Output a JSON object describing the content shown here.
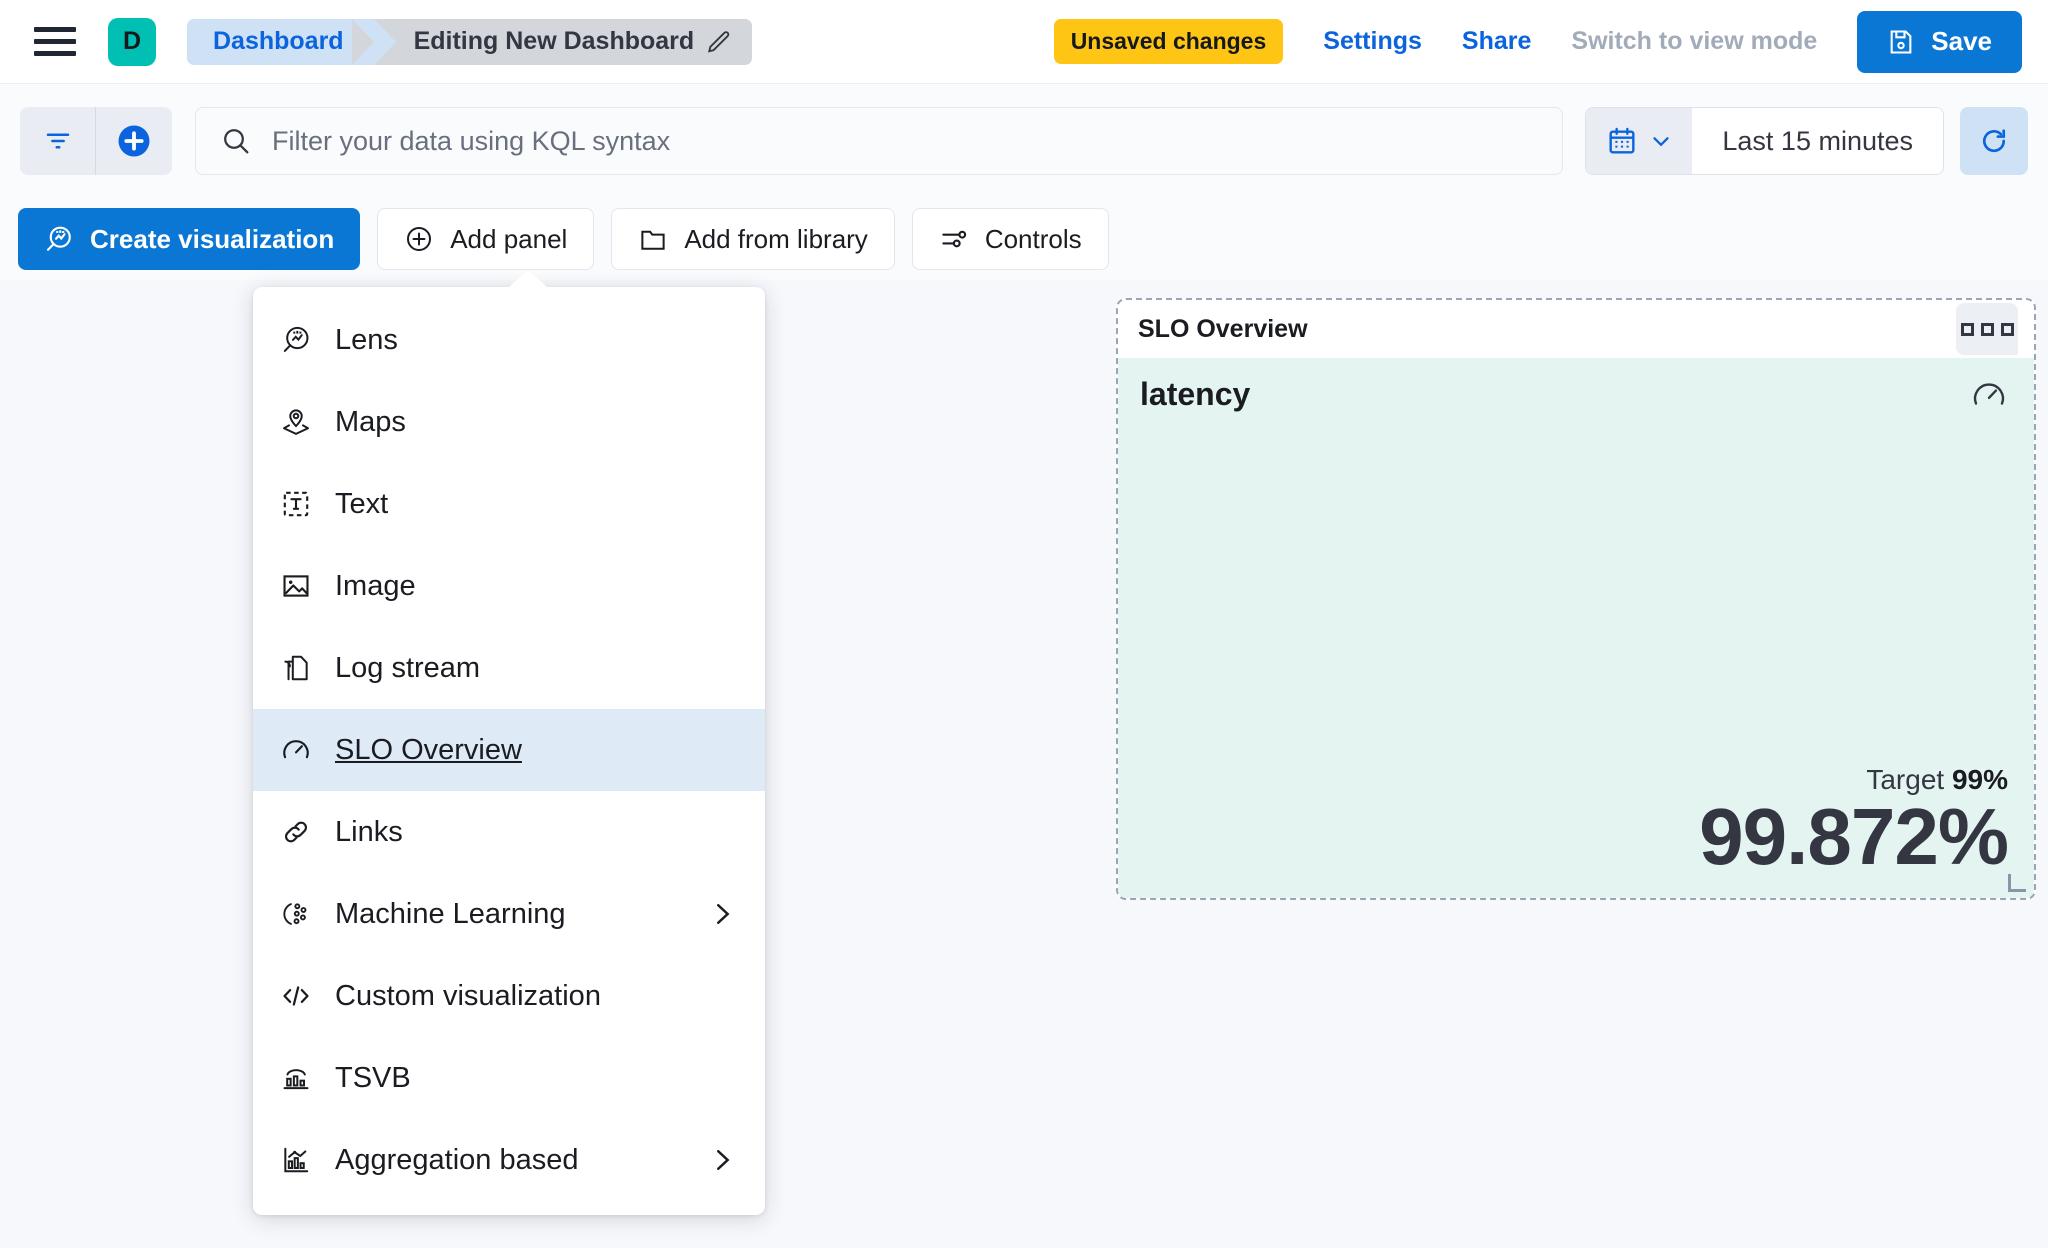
{
  "header": {
    "menu_icon": "hamburger-icon",
    "avatar_letter": "D",
    "avatar_color": "#00bfb3",
    "breadcrumb": {
      "root": "Dashboard",
      "current": "Editing New Dashboard",
      "edit_icon": "pencil-icon"
    },
    "unsaved_badge": "Unsaved changes",
    "unsaved_badge_color": "#fec514",
    "settings_label": "Settings",
    "share_label": "Share",
    "view_mode_label": "Switch to view mode",
    "save_label": "Save",
    "save_icon": "save-disk-icon",
    "accent_color": "#0b77d4"
  },
  "querybar": {
    "filter_icon": "filter-icon",
    "add_filter_icon": "plus-circle-icon",
    "search_icon": "search-icon",
    "search_value": "",
    "search_placeholder": "Filter your data using KQL syntax",
    "calendar_icon": "calendar-icon",
    "chevron_icon": "chevron-down-icon",
    "time_range": "Last 15 minutes",
    "refresh_icon": "refresh-icon"
  },
  "toolbar": {
    "create_visualization": "Create visualization",
    "create_visualization_icon": "lens-icon",
    "add_panel": "Add panel",
    "add_panel_icon": "plus-circle-icon",
    "add_from_library": "Add from library",
    "add_from_library_icon": "folder-icon",
    "controls": "Controls",
    "controls_icon": "controls-icon"
  },
  "add_panel_menu": {
    "open": true,
    "items": [
      {
        "label": "Lens",
        "icon": "lens-icon",
        "submenu": false,
        "selected": false
      },
      {
        "label": "Maps",
        "icon": "map-marker-icon",
        "submenu": false,
        "selected": false
      },
      {
        "label": "Text",
        "icon": "text-box-icon",
        "submenu": false,
        "selected": false
      },
      {
        "label": "Image",
        "icon": "image-icon",
        "submenu": false,
        "selected": false
      },
      {
        "label": "Log stream",
        "icon": "log-stream-icon",
        "submenu": false,
        "selected": false
      },
      {
        "label": "SLO Overview",
        "icon": "gauge-icon",
        "submenu": false,
        "selected": true
      },
      {
        "label": "Links",
        "icon": "link-icon",
        "submenu": false,
        "selected": false
      },
      {
        "label": "Machine Learning",
        "icon": "ml-icon",
        "submenu": true,
        "selected": false
      },
      {
        "label": "Custom visualization",
        "icon": "code-icon",
        "submenu": false,
        "selected": false
      },
      {
        "label": "TSVB",
        "icon": "tsvb-icon",
        "submenu": false,
        "selected": false
      },
      {
        "label": "Aggregation based",
        "icon": "agg-chart-icon",
        "submenu": true,
        "selected": false
      }
    ]
  },
  "slo_panel": {
    "title": "SLO Overview",
    "context_menu_icon": "grid-dots-icon",
    "metric_name": "latency",
    "metric_icon": "gauge-icon",
    "target_label": "Target",
    "target_value": "99%",
    "sli_value": "99.872%",
    "background_color": "#e4f4f1",
    "resize_handle": "resize-handle"
  }
}
